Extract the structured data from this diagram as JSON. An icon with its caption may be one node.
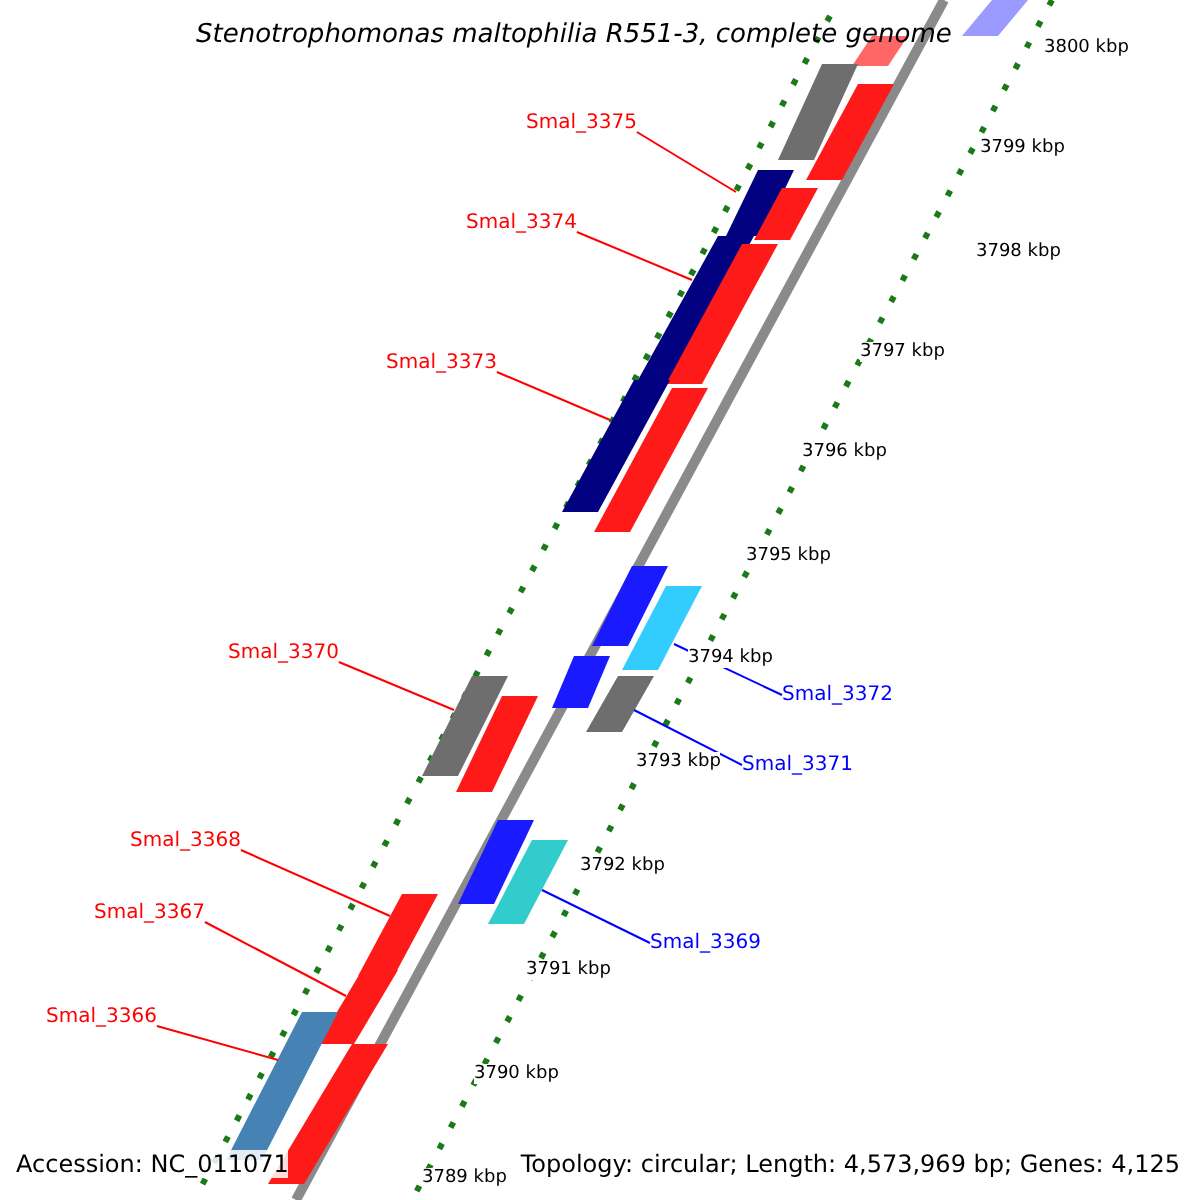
{
  "diagram": {
    "title": "Stenotrophomonas maltophilia R551-3, complete genome",
    "nodes": [
      {
        "text": [
          "Smal_3375"
        ]
      },
      {
        "text": [
          "Smal_3374"
        ]
      },
      {
        "text": [
          "Smal_3373"
        ]
      },
      {
        "text": [
          "Smal_3370"
        ]
      },
      {
        "text": [
          "Smal_3372"
        ]
      },
      {
        "text": [
          "Smal_3371"
        ]
      },
      {
        "text": [
          "Smal_3368"
        ]
      },
      {
        "text": [
          "Smal_3369"
        ]
      },
      {
        "text": [
          "Smal_3367"
        ]
      },
      {
        "text": [
          "Smal_3366"
        ]
      },
      {
        "text": [],
        "shape": "bar"
      },
      {
        "text": [],
        "shape": "bar"
      },
      {
        "text": [],
        "shape": "bar"
      },
      {
        "text": [],
        "shape": "bar"
      },
      {
        "text": [],
        "shape": "bar"
      },
      {
        "text": [],
        "shape": "bar"
      },
      {
        "text": [],
        "shape": "bar"
      },
      {
        "text": [],
        "shape": "bar"
      },
      {
        "text": [],
        "shape": "bar"
      },
      {
        "text": [],
        "shape": "bar"
      },
      {
        "text": [],
        "shape": "bar"
      },
      {
        "text": [],
        "shape": "bar"
      },
      {
        "text": [],
        "shape": "bar"
      },
      {
        "text": [],
        "shape": "bar"
      },
      {
        "text": [],
        "shape": "bar"
      },
      {
        "text": [],
        "shape": "bar"
      },
      {
        "text": [],
        "shape": "bar"
      },
      {
        "text": [],
        "shape": "bar"
      },
      {
        "text": [],
        "shape": "bar"
      },
      {
        "text": [],
        "shape": "bar"
      },
      {
        "text": [],
        "shape": "bar"
      },
      {
        "text": [],
        "shape": "bar"
      }
    ],
    "edges": [
      {
        "from": 0,
        "to": 14,
        "arrow": "none"
      },
      {
        "from": 1,
        "to": 16,
        "arrow": "none"
      },
      {
        "from": 2,
        "to": 18,
        "arrow": "none"
      },
      {
        "from": 3,
        "to": 23,
        "arrow": "none"
      },
      {
        "from": 4,
        "to": 21,
        "arrow": "none",
        "color": "#0000ff"
      },
      {
        "from": 5,
        "to": 24,
        "arrow": "none",
        "color": "#0000ff"
      },
      {
        "from": 6,
        "to": 28,
        "arrow": "none"
      },
      {
        "from": 7,
        "to": 27,
        "arrow": "none",
        "color": "#0000ff"
      },
      {
        "from": 8,
        "to": 29,
        "arrow": "none"
      },
      {
        "from": 9,
        "to": 30,
        "arrow": "none"
      }
    ],
    "labels": [
      "3800 kbp",
      "3799 kbp",
      "3798 kbp",
      "3797 kbp",
      "3796 kbp",
      "3795 kbp",
      "3794 kbp",
      "3793 kbp",
      "3792 kbp",
      "3791 kbp",
      "3790 kbp",
      "3789 kbp",
      "Accession: NC_011071",
      "Topology: circular; Length: 4,573,969 bp; Genes: 4,125"
    ]
  }
}
